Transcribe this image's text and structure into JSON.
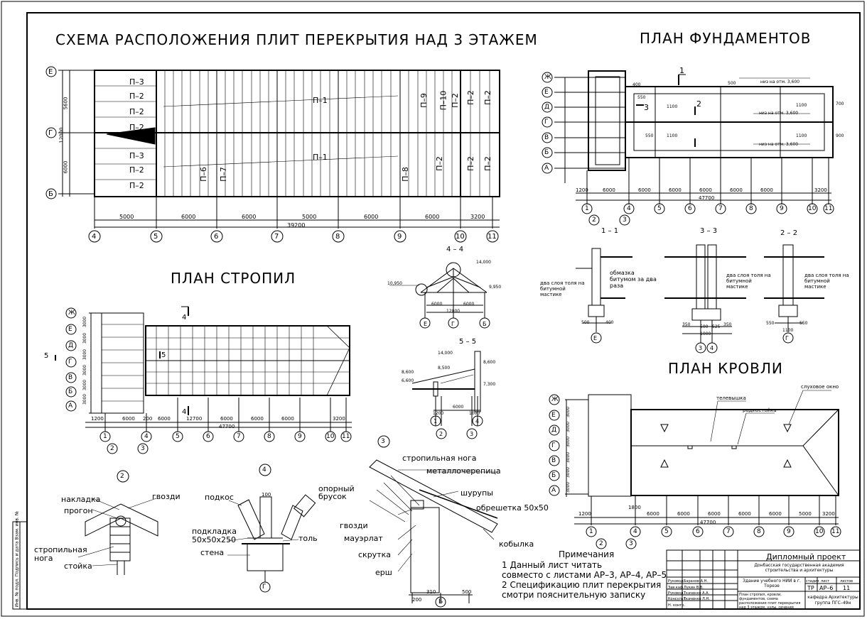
{
  "titles": {
    "slab_scheme": "СХЕМА РАСПОЛОЖЕНИЯ ПЛИТ ПЕРЕКРЫТИЯ НАД 3 ЭТАЖЕМ",
    "foundation_plan": "ПЛАН ФУНДАМЕНТОВ",
    "rafter_plan": "ПЛАН СТРОПИЛ",
    "roof_plan": "ПЛАН КРОВЛИ"
  },
  "slab_scheme": {
    "row_axes": [
      "Е",
      "Г",
      "Б"
    ],
    "col_axes": [
      "4",
      "5",
      "6",
      "7",
      "8",
      "9",
      "10",
      "11"
    ],
    "spans": [
      "5000",
      "6000",
      "6000",
      "5000",
      "6000",
      "6000",
      "3200"
    ],
    "total": "39200",
    "side_dims": [
      "5600",
      "12000",
      "6000"
    ],
    "slabs_left": [
      "П–3",
      "П–2",
      "П–2",
      "П–2",
      "П–3",
      "П–2",
      "П–2"
    ],
    "slab_p1_top": "П–1",
    "slab_p1_bottom": "П–1",
    "slab_p6": "П–6",
    "slab_p7": "П–7",
    "slab_p8": "П–8",
    "slab_p9": "П–9",
    "slab_p10": "П–10",
    "slab_p2_right": [
      "П–2",
      "П–2",
      "П–2",
      "П–2",
      "П–2",
      "П–2"
    ]
  },
  "foundation": {
    "row_axes": [
      "Ж",
      "Е",
      "Д",
      "Г",
      "В",
      "Б",
      "А"
    ],
    "col_axes_top": [
      "1",
      "4",
      "5",
      "6",
      "7",
      "8",
      "9",
      "10",
      "11"
    ],
    "col_axes_bottom": [
      "2",
      "3"
    ],
    "spans": [
      "1200",
      "6000",
      "6000",
      "6000",
      "6000",
      "6000",
      "6000",
      "3200"
    ],
    "total": "47700",
    "marks": [
      "низ на отм. 3,600",
      "низ на отм. 3,600",
      "низ на отм. 3,600"
    ],
    "dims_inner": [
      "1100",
      "1100",
      "1100",
      "1100",
      "550",
      "900",
      "700",
      "400",
      "500",
      "550"
    ],
    "sections": [
      "1",
      "2",
      "3"
    ]
  },
  "sections": {
    "s44": {
      "title": "4 – 4",
      "axes": [
        "Е",
        "Г",
        "Б"
      ],
      "dims": [
        "6000",
        "6000",
        "12000"
      ],
      "levels": [
        "14,000",
        "10,950",
        "9,950"
      ]
    },
    "s55": {
      "title": "5 – 5",
      "axes": [
        "1",
        "2",
        "3",
        "4"
      ],
      "dims": [
        "1200",
        "6000",
        "1000"
      ],
      "levels": [
        "14,000",
        "8,600",
        "8,500",
        "8,600",
        "7,300",
        "6,600"
      ]
    },
    "s11": {
      "title": "1 – 1",
      "axis": "Е",
      "note1": "обмазка битумом за два раза",
      "note2": "два слоя толя на битумной мастике",
      "dims": [
        "500",
        "400"
      ]
    },
    "s33": {
      "title": "3 – 3",
      "axes": [
        "3",
        "4"
      ],
      "note": "два слоя толя на битумной мастике",
      "dims": [
        "350",
        "350",
        "500",
        "1000",
        "525"
      ]
    },
    "s22": {
      "title": "2 – 2",
      "axis": "Г",
      "note": "два слоя толя на битумной мастике",
      "dims": [
        "550",
        "550",
        "1100"
      ]
    }
  },
  "rafters": {
    "row_axes": [
      "Ж",
      "Е",
      "Д",
      "Г",
      "В",
      "Б",
      "А"
    ],
    "col_axes_top": [
      "1",
      "4",
      "5",
      "6",
      "7",
      "8",
      "9",
      "10",
      "11"
    ],
    "col_axes_bottom": [
      "2",
      "3"
    ],
    "spans": [
      "1200",
      "6000",
      "200",
      "6000",
      "12700",
      "6000",
      "6000",
      "6000",
      "3200"
    ],
    "total": "47700",
    "side_dims": [
      "3000",
      "3000",
      "3000",
      "3000",
      "3000",
      "3000"
    ],
    "cut_marks": [
      "4",
      "4",
      "5",
      "5"
    ]
  },
  "roof": {
    "row_axes": [
      "Ж",
      "Е",
      "Д",
      "Г",
      "В",
      "Б",
      "А"
    ],
    "col_axes_top": [
      "1",
      "4",
      "5",
      "6",
      "7",
      "8",
      "9",
      "10",
      "11"
    ],
    "col_axes_bottom": [
      "2",
      "3"
    ],
    "spans": [
      "1200",
      "1800",
      "6000",
      "6000",
      "6000",
      "6000",
      "6000",
      "5000",
      "3200"
    ],
    "total": "47700",
    "labels": [
      "телевышка",
      "радиостойка",
      "слуховое окно"
    ],
    "side_dims": [
      "3000",
      "3000",
      "3000",
      "3000",
      "3000",
      "3000"
    ]
  },
  "nodes": {
    "n2": {
      "num": "2",
      "labels": [
        "накладка",
        "прогон",
        "гвозди",
        "стропильная нога",
        "стойка"
      ]
    },
    "n4": {
      "num": "4",
      "labels": [
        "подкос",
        "подкладка",
        "50х50х250",
        "стена",
        "толь"
      ],
      "axis": "Г",
      "dim": "100"
    },
    "n3": {
      "num": "3",
      "labels": [
        "стропильная нога",
        "металлочерепица",
        "опорный брусок",
        "шурупы",
        "обрешетка 50х50",
        "гвозди",
        "мауэрлат",
        "скрутка",
        "ерш",
        "кобылка"
      ],
      "axis": "Б",
      "dims": [
        "200",
        "310",
        "500"
      ]
    }
  },
  "notes": {
    "heading": "Примечания",
    "lines": [
      "1  Данный лист читать",
      "совместо с листами АР–3, АР–4, АР–5",
      "2  Спецификацию плит перекрытия",
      "смотри пояснительную записку"
    ]
  },
  "title_block": {
    "project": "Дипломный проект",
    "org": "Донбасская государственная академия строительства и архитектуры",
    "building": "Здание учебного НИИ в г. Торезе",
    "sheet_desc": "План стропил, кровли, фундаментов, схема расположения плит перекрытия над 3 этажом, узлы, сечения",
    "stage_label": "стадия",
    "sheet_label": "лист",
    "sheets_label": "листов",
    "stage": "ТР",
    "sheet": "АР–6",
    "sheets": "11",
    "dept": "кафедра Архитектуры группа ПГС–49н",
    "roles": [
      "Руковод.",
      "Зав.каф.",
      "Руковод.",
      "Консульт.",
      "Н. контр."
    ],
    "names": [
      "Баранов А.Н.",
      "Лукин В.В.",
      "Ткаченко А.А.",
      "Ткаченко Л.Н.",
      ""
    ]
  },
  "side_stamp": "Инв. № подл.   Подпись и дата   Взам. инв. №"
}
